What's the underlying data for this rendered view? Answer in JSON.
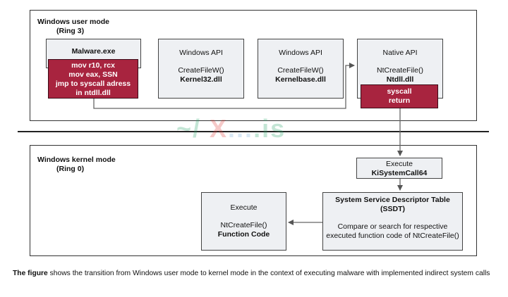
{
  "user_mode": {
    "title": "Windows user mode",
    "subtitle": "(Ring 3)",
    "malware": {
      "label": "Malware.exe",
      "code": [
        "mov r10, rcx",
        "mov eax, SSN",
        "jmp to syscall adress",
        "in ntdll.dll"
      ]
    },
    "api1": {
      "title": "Windows API",
      "func": "CreateFileW()",
      "dll": "Kernel32.dll"
    },
    "api2": {
      "title": "Windows API",
      "func": "CreateFileW()",
      "dll": "Kernelbase.dll"
    },
    "native": {
      "title": "Native API",
      "func": "NtCreateFile()",
      "dll": "Ntdll.dll",
      "code": [
        "syscall",
        "return"
      ]
    }
  },
  "kernel_mode": {
    "title": "Windows kernel mode",
    "subtitle": "(Ring 0)",
    "kisyscall": {
      "action": "Execute",
      "name": "KiSystemCall64"
    },
    "ssdt": {
      "title": "System Service Descriptor Table",
      "abbr": "(SSDT)",
      "desc": [
        "Compare or search for respective",
        "executed function code of NtCreateFile()"
      ]
    },
    "execute_box": {
      "action": "Execute",
      "func": "NtCreateFile()",
      "code": "Function Code"
    }
  },
  "caption": {
    "bold": "The figure",
    "text": " shows the transition from Windows user mode to kernel mode in the context of executing malware with implemented indirect system calls"
  },
  "watermark": {
    "prefix": "~/ ",
    "x": "X",
    "dots": "...",
    "suffix": ".is"
  },
  "colors": {
    "accent_red": "#a8243f",
    "box_fill": "#eef0f3",
    "border": "#333333"
  }
}
